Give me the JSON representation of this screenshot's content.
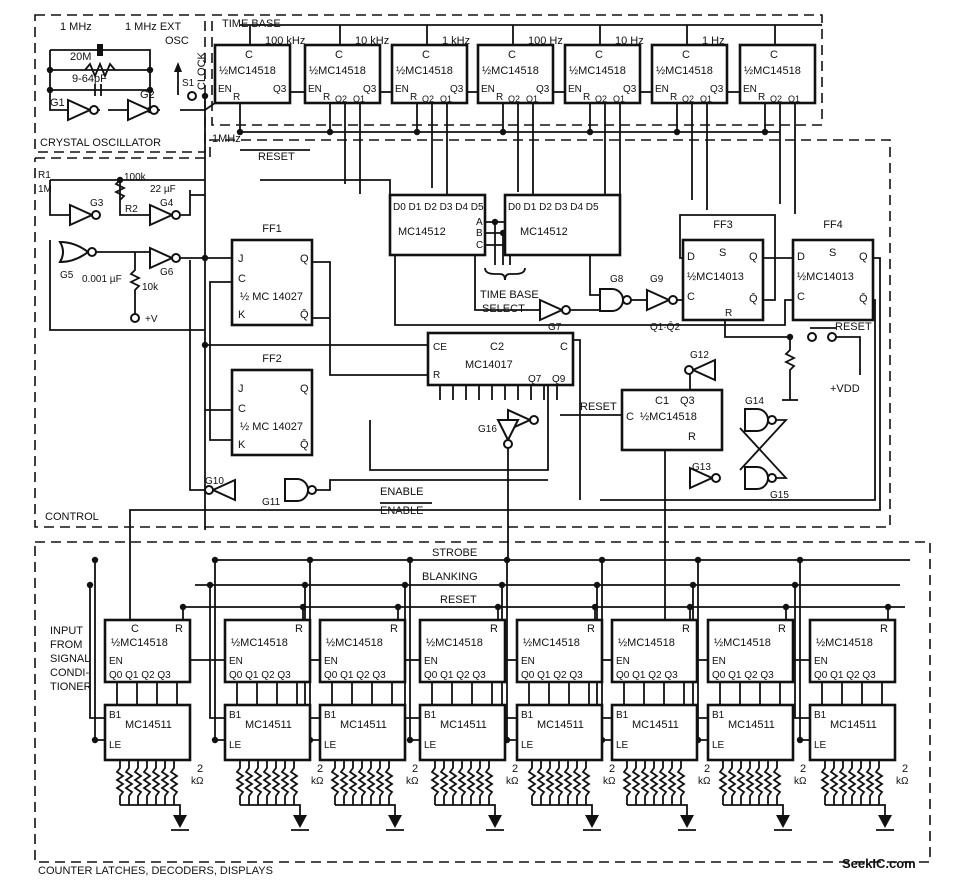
{
  "sections": {
    "oscillator": "CRYSTAL OSCILLATOR",
    "time_base": "TIME BASE",
    "control": "CONTROL",
    "counter": "COUNTER LATCHES, DECODERS, DISPLAYS"
  },
  "oscillator": {
    "crystal": "1 MHz",
    "resistor": "20M",
    "trimmer": "9-64pF",
    "g1": "G1",
    "g2": "G2",
    "ext": "1 MHz EXT",
    "osc": "OSC",
    "switch": "S1",
    "clock": "CLOCK",
    "out": "1MHz"
  },
  "time_base": {
    "freqs": [
      "100 kHz",
      "10 kHz",
      "1 kHz",
      "100 Hz",
      "10 Hz",
      "1 Hz"
    ],
    "chip": "½MC14518",
    "pin_c": "C",
    "pin_en": "EN",
    "pin_r": "R",
    "pin_q1": "Q1",
    "pin_q2": "Q2",
    "pin_q3": "Q3",
    "reset": "RESET"
  },
  "control": {
    "r1": "R1",
    "r1v": "1M",
    "r2": "R2",
    "r2v": "100k",
    "cap1": "22 µF",
    "cap2": "0.001 µF",
    "r3": "10k",
    "vplus": "+V",
    "gates": [
      "G3",
      "G4",
      "G5",
      "G6",
      "G7",
      "G8",
      "G9",
      "G10",
      "G11",
      "G12",
      "G13",
      "G14",
      "G15",
      "G16"
    ],
    "ff1": {
      "name": "FF1",
      "chip": "½ MC 14027",
      "pins": [
        "J",
        "C",
        "K",
        "Q",
        "Q̄"
      ]
    },
    "ff2": {
      "name": "FF2",
      "chip": "½ MC 14027",
      "pins": [
        "J",
        "C",
        "K",
        "Q",
        "Q̄"
      ]
    },
    "ff3": {
      "name": "FF3",
      "chip": "½MC14013",
      "pins": [
        "D",
        "S",
        "Q",
        "C",
        "Q̄",
        "R"
      ]
    },
    "ff4": {
      "name": "FF4",
      "chip": "½MC14013",
      "pins": [
        "D",
        "S",
        "Q",
        "C",
        "Q̄"
      ]
    },
    "mux": {
      "chip": "MC14512",
      "pins": "D0 D1 D2 D3 D4 D5",
      "a": "A",
      "b": "B",
      "c": "C"
    },
    "select": [
      "TIME BASE",
      "SELECT"
    ],
    "q_expr": "Q1·Q̄2",
    "decade": {
      "chip": "MC14017",
      "name": "C2",
      "ce": "CE",
      "r": "R",
      "c": "C",
      "q7": "Q7",
      "q9": "Q9"
    },
    "c1": {
      "name": "C1",
      "q3": "Q3",
      "chip": "½MC14518",
      "c": "C",
      "r": "R"
    },
    "reset": "RESET",
    "reset2": "RESET",
    "vdd": "+VDD",
    "enable": "ENABLE",
    "enable_n": "ENABLE"
  },
  "counter": {
    "strobe": "STROBE",
    "blanking": "BLANKING",
    "reset": "RESET",
    "input": [
      "INPUT",
      "FROM",
      "SIGNAL",
      "CONDI-",
      "TIONER"
    ],
    "chip": "½MC14518",
    "decoder": "MC14511",
    "pin_c": "C",
    "pin_r": "R",
    "pin_en": "EN",
    "pin_q": "Q0 Q1 Q2 Q3",
    "pin_b1": "B1",
    "pin_le": "LE",
    "res_val": "2",
    "res_unit": "kΩ",
    "units": 8
  },
  "watermark": "SeekIC.com"
}
